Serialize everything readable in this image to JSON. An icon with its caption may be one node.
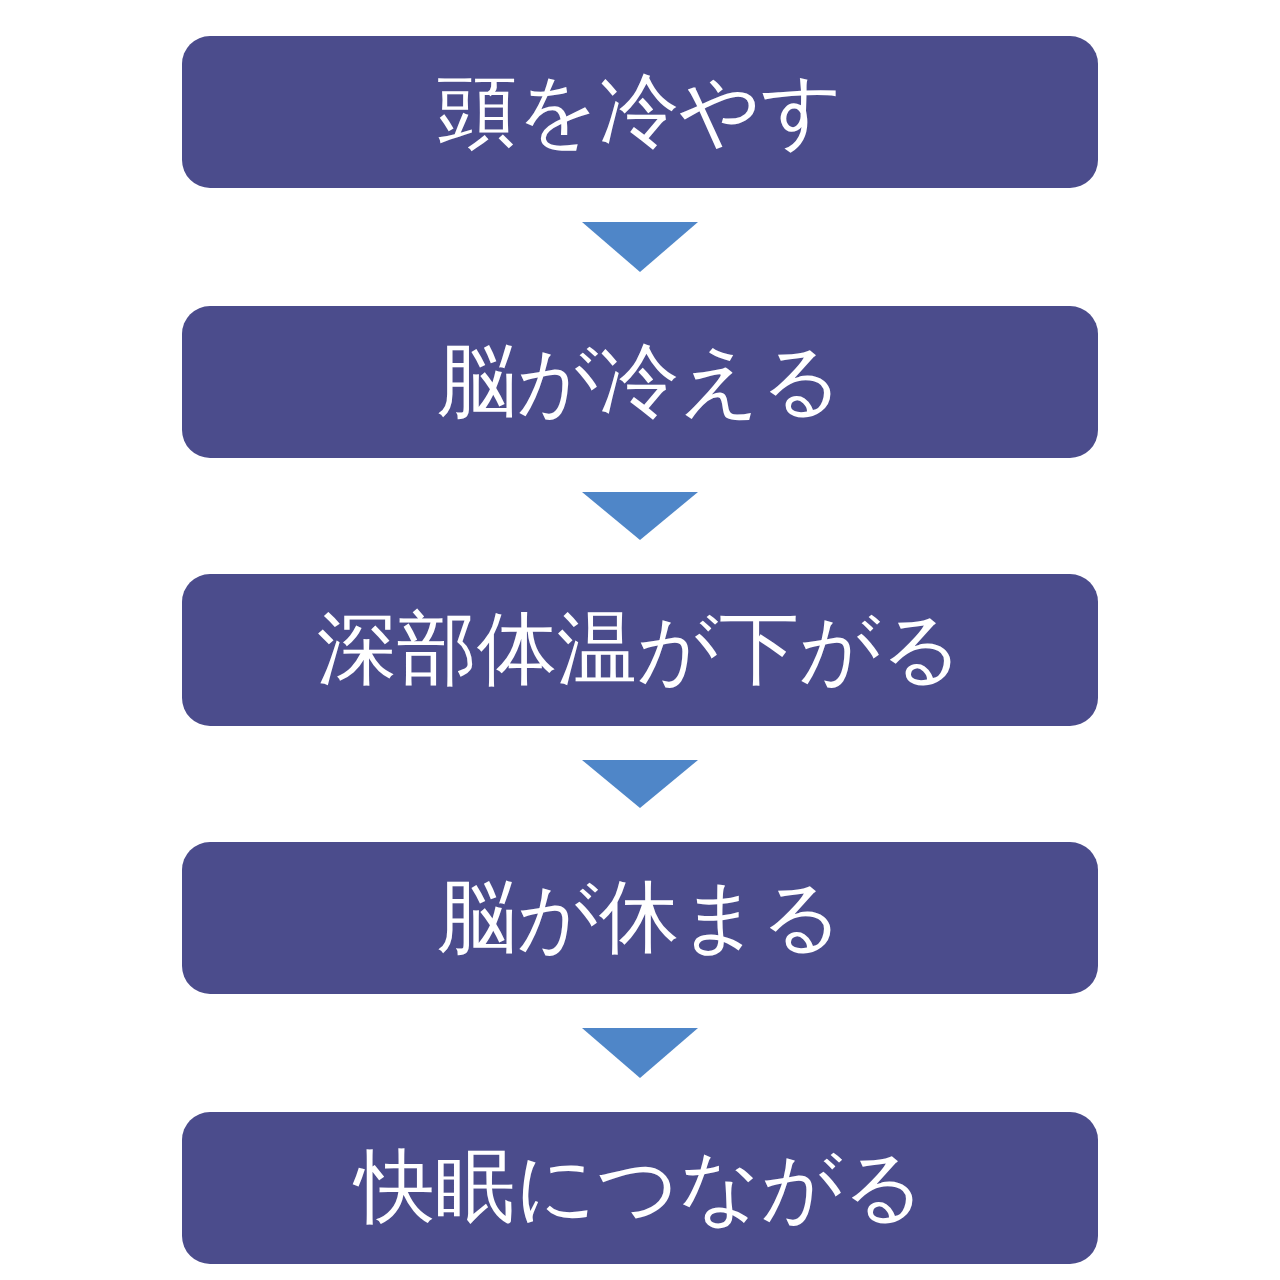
{
  "diagram": {
    "nodes": [
      {
        "text": [
          "頭を冷やす"
        ]
      },
      {
        "text": [
          "脳が冷える"
        ]
      },
      {
        "text": [
          "深部体温が下がる"
        ]
      },
      {
        "text": [
          "脳が休まる"
        ]
      },
      {
        "text": [
          "快眠につながる"
        ]
      }
    ],
    "edges": [
      {
        "from": 0,
        "to": 1,
        "arrow": "to"
      },
      {
        "from": 1,
        "to": 2,
        "arrow": "to"
      },
      {
        "from": 2,
        "to": 3,
        "arrow": "to"
      },
      {
        "from": 3,
        "to": 4,
        "arrow": "to"
      }
    ]
  }
}
